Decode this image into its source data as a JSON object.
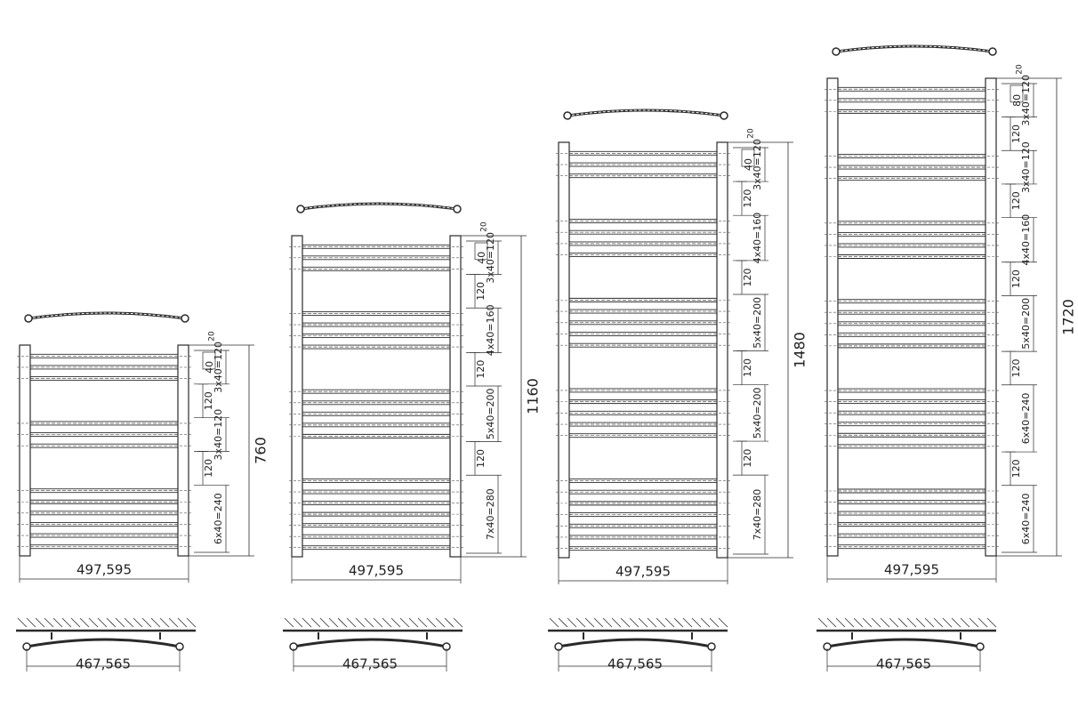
{
  "diagram": {
    "colors": {
      "line": "#2a2a2a",
      "dash": "#555555",
      "background": "#ffffff"
    },
    "radiators": [
      {
        "height_label": "760",
        "width_label": "497,595",
        "bracket_label": "467,565",
        "top_gap_label": "20",
        "inner_gap_label": "40",
        "groups": [
          {
            "label": "3x40=120",
            "tubes": 3
          },
          {
            "label": "3x40=120",
            "tubes": 3
          },
          {
            "label": "6x40=240",
            "tubes": 6
          }
        ],
        "gap_labels": [
          "120",
          "120"
        ]
      },
      {
        "height_label": "1160",
        "width_label": "497,595",
        "bracket_label": "467,565",
        "top_gap_label": "20",
        "inner_gap_label": "40",
        "groups": [
          {
            "label": "3x40=120",
            "tubes": 3
          },
          {
            "label": "4x40=160",
            "tubes": 4
          },
          {
            "label": "5x40=200",
            "tubes": 5
          },
          {
            "label": "7x40=280",
            "tubes": 7
          }
        ],
        "gap_labels": [
          "120",
          "120",
          "120"
        ]
      },
      {
        "height_label": "1480",
        "width_label": "497,595",
        "bracket_label": "467,565",
        "top_gap_label": "20",
        "inner_gap_label": "40",
        "groups": [
          {
            "label": "3x40=120",
            "tubes": 3
          },
          {
            "label": "4x40=160",
            "tubes": 4
          },
          {
            "label": "5x40=200",
            "tubes": 5
          },
          {
            "label": "5x40=200",
            "tubes": 5
          },
          {
            "label": "7x40=280",
            "tubes": 7
          }
        ],
        "gap_labels": [
          "120",
          "120",
          "120",
          "120"
        ]
      },
      {
        "height_label": "1720",
        "width_label": "497,595",
        "bracket_label": "467,565",
        "top_gap_label": "20",
        "inner_gap_label": "80",
        "groups": [
          {
            "label": "3x40=120",
            "tubes": 3
          },
          {
            "label": "3x40=120",
            "tubes": 3
          },
          {
            "label": "4x40=160",
            "tubes": 4
          },
          {
            "label": "5x40=200",
            "tubes": 5
          },
          {
            "label": "6x40=240",
            "tubes": 6
          },
          {
            "label": "6x40=240",
            "tubes": 6
          }
        ],
        "gap_labels": [
          "120",
          "120",
          "120",
          "120",
          "120"
        ]
      }
    ]
  }
}
